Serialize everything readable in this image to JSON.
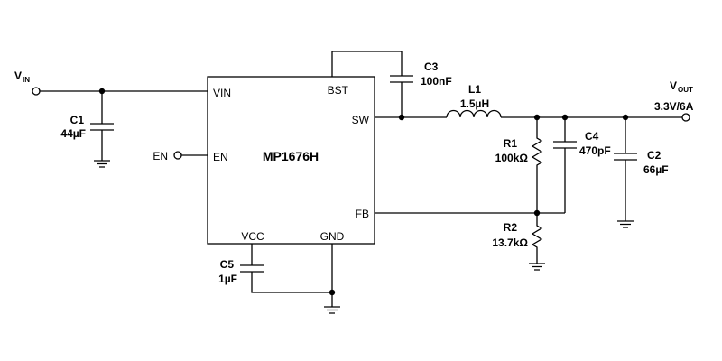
{
  "ic": {
    "name": "MP1676H",
    "pins": {
      "vin": "VIN",
      "bst": "BST",
      "sw": "SW",
      "en": "EN",
      "fb": "FB",
      "vcc": "VCC",
      "gnd": "GND"
    }
  },
  "terminals": {
    "vin_main": "V",
    "vin_sub": "IN",
    "vout_main": "V",
    "vout_sub": "OUT",
    "vout_rating": "3.3V/6A",
    "en": "EN"
  },
  "components": {
    "c1": {
      "ref": "C1",
      "value": "44µF"
    },
    "c2": {
      "ref": "C2",
      "value": "66µF"
    },
    "c3": {
      "ref": "C3",
      "value": "100nF"
    },
    "c4": {
      "ref": "C4",
      "value": "470pF"
    },
    "c5": {
      "ref": "C5",
      "value": "1µF"
    },
    "l1": {
      "ref": "L1",
      "value": "1.5µH"
    },
    "r1": {
      "ref": "R1",
      "value": "100kΩ"
    },
    "r2": {
      "ref": "R2",
      "value": "13.7kΩ"
    }
  }
}
